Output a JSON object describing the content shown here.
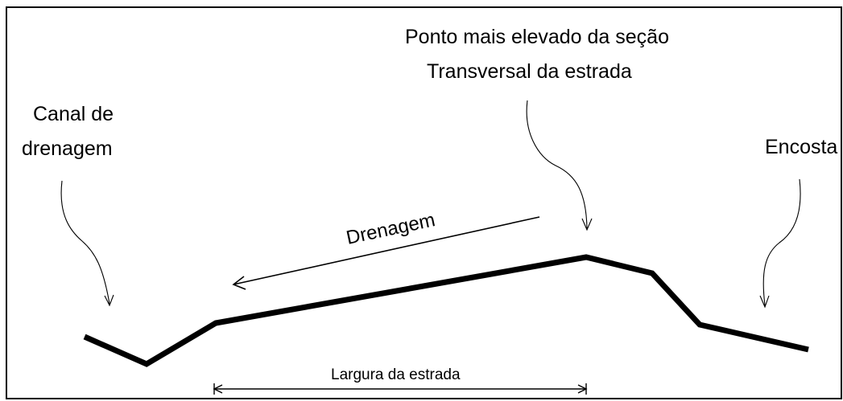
{
  "labels": {
    "canal_line1": "Canal de",
    "canal_line2": "drenagem",
    "ponto_line1": "Ponto mais elevado da seção",
    "ponto_line2": "Transversal da estrada",
    "encosta": "Encosta",
    "drenagem": "Drenagem",
    "largura": "Largura da  estrada"
  }
}
